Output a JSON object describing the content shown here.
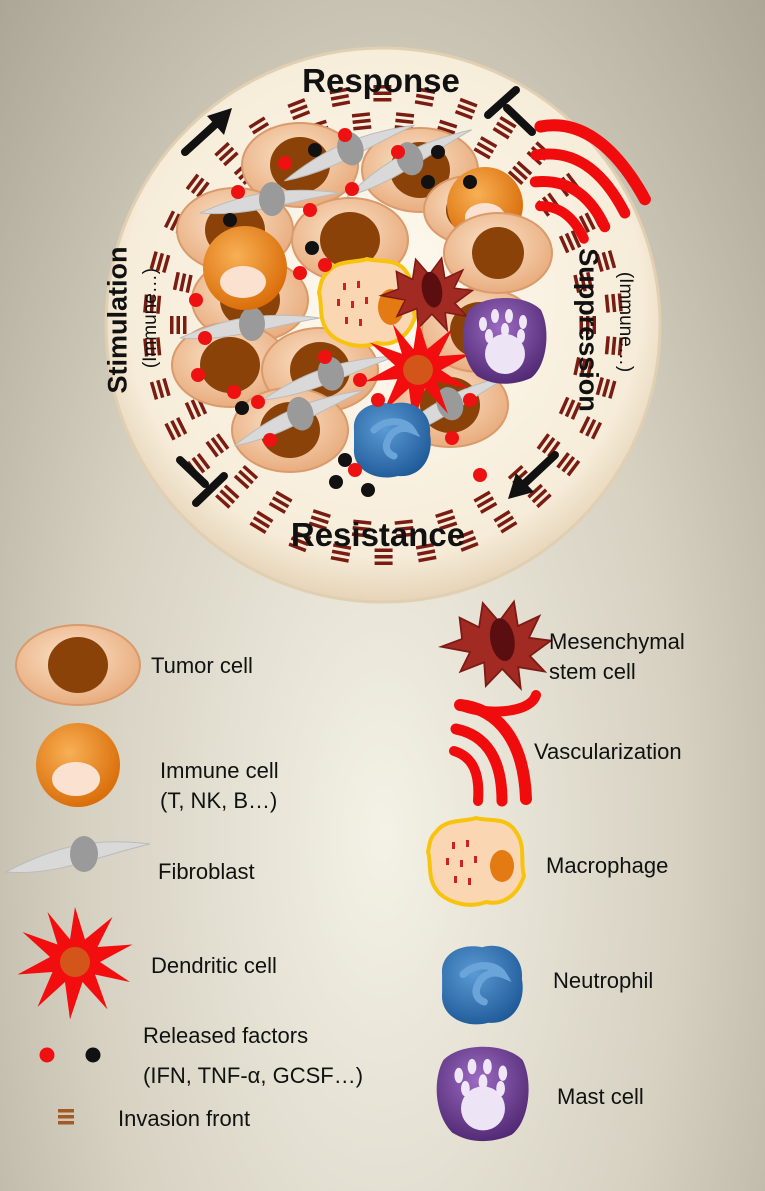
{
  "diagram": {
    "labels": {
      "response": "Response",
      "resistance": "Resistance",
      "stimulation": "Stimulation",
      "stimulation_sub": "(Immune…)",
      "suppression": "Suppression",
      "suppression_sub": "(Immune…)"
    },
    "colors": {
      "tumor_outer": "#f3c9a2",
      "tumor_nucleus": "#8a4208",
      "immune_cell": "#e8831a",
      "immune_nucleus": "#fbe1cf",
      "fibroblast": "#d6d6d6",
      "dendritic": "#f20e0e",
      "vascular": "#f00c0c",
      "macrophage_fill": "#fbd6b3",
      "macrophage_border": "#f7c30c",
      "neutrophil": "#2c6fb3",
      "mast_cell": "#6b3a91",
      "mesenchymal": "#a12a22",
      "factor_red": "#ee1111",
      "factor_black": "#111111",
      "invasion_front": "#7a1c12"
    }
  },
  "legend": {
    "tumor_cell": "Tumor  cell",
    "immune_cell": "Immune  cell",
    "immune_cell_sub": "(T, NK, B…)",
    "fibroblast": "Fibroblast",
    "dendritic_cell": "Dendritic cell",
    "released_factors": "Released factors",
    "released_factors_sub": "(IFN,  TNF-α, GCSF…)",
    "invasion_front": "Invasion front",
    "mesenchymal": "Mesenchymal",
    "mesenchymal_sub": "stem cell",
    "vascularization": "Vascularization",
    "macrophage": "Macrophage",
    "neutrophil": "Neutrophil",
    "mast_cell": "Mast cell"
  }
}
